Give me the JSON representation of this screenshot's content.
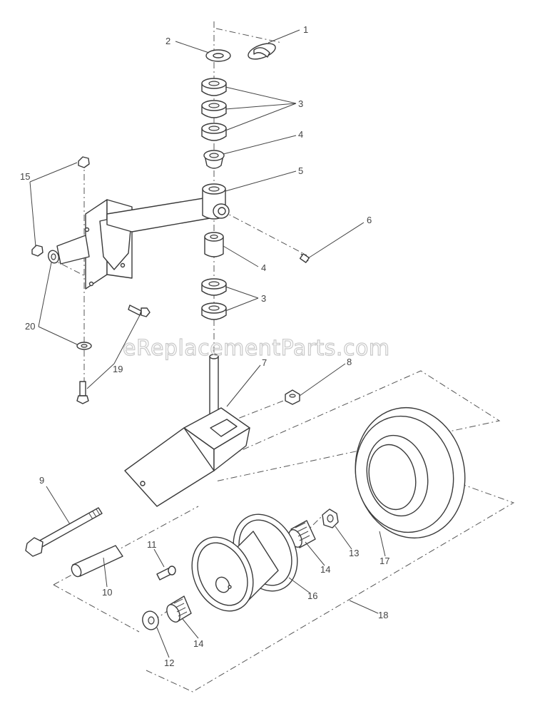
{
  "watermark": "eReplacementParts.com",
  "callouts": {
    "c1": "1",
    "c2": "2",
    "c3a": "3",
    "c3b": "3",
    "c4a": "4",
    "c4b": "4",
    "c5": "5",
    "c6": "6",
    "c7": "7",
    "c8": "8",
    "c9": "9",
    "c10": "10",
    "c11": "11",
    "c12": "12",
    "c13": "13",
    "c14a": "14",
    "c14b": "14",
    "c15": "15",
    "c16": "16",
    "c17": "17",
    "c18": "18",
    "c19": "19",
    "c20": "20"
  }
}
